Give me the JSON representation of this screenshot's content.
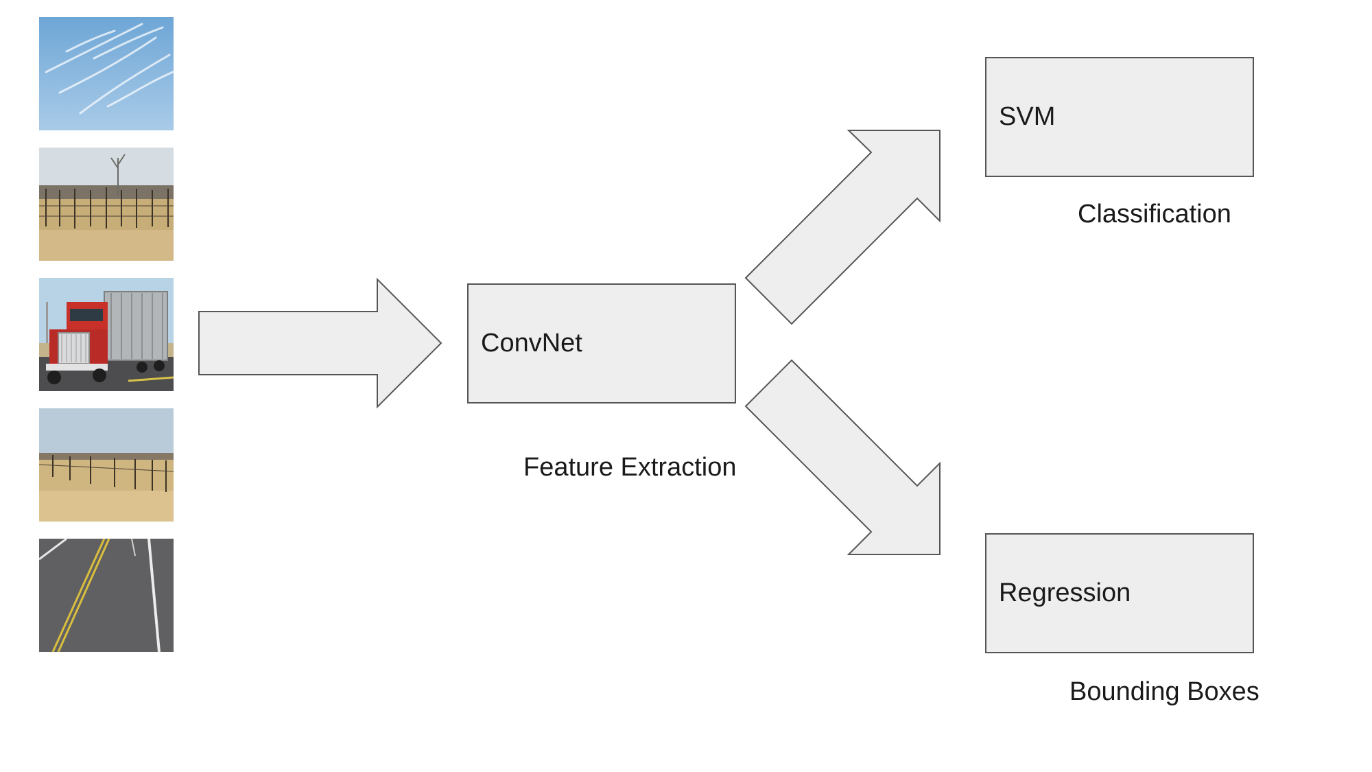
{
  "input_images": [
    {
      "name": "sky-cirrus-clouds"
    },
    {
      "name": "fence-field-with-trees"
    },
    {
      "name": "red-semi-truck-on-road"
    },
    {
      "name": "fence-grassland"
    },
    {
      "name": "asphalt-road-lanes"
    }
  ],
  "nodes": {
    "convnet": "ConvNet",
    "svm": "SVM",
    "regression": "Regression"
  },
  "captions": {
    "feature_extraction": "Feature Extraction",
    "classification": "Classification",
    "bounding_boxes": "Bounding Boxes"
  },
  "colors": {
    "shape_fill": "#eeeeee",
    "shape_stroke": "#555555"
  }
}
